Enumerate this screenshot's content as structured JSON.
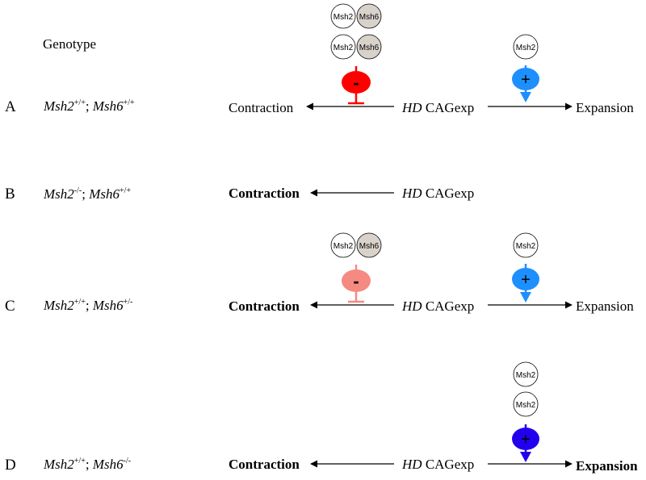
{
  "header": {
    "genotype_title": "Genotype"
  },
  "rows": [
    {
      "letter": "A",
      "msh2": "Msh2",
      "msh2_sup": "+/+",
      "sep": "; ",
      "msh6": "Msh6",
      "msh6_sup": "+/+",
      "left": "Contraction",
      "center_it": "HD",
      "center": " CAGexp",
      "right": "Expansion"
    },
    {
      "letter": "B",
      "msh2": "Msh2",
      "msh2_sup": "-/-",
      "sep": "; ",
      "msh6": "Msh6",
      "msh6_sup": "+/+",
      "left": "Contraction",
      "center_it": "HD",
      "center": " CAGexp"
    },
    {
      "letter": "C",
      "msh2": "Msh2",
      "msh2_sup": "+/+",
      "sep": "; ",
      "msh6": "Msh6",
      "msh6_sup": "+/-",
      "left": "Contraction",
      "center_it": "HD",
      "center": " CAGexp",
      "right": "Expansion"
    },
    {
      "letter": "D",
      "msh2": "Msh2",
      "msh2_sup": "+/+",
      "sep": "; ",
      "msh6": "Msh6",
      "msh6_sup": "-/-",
      "left": "Contraction",
      "center_it": "HD",
      "center": " CAGexp",
      "right": "Expansion"
    }
  ],
  "proteins": {
    "msh2": "Msh2",
    "msh6": "Msh6"
  },
  "symbols": {
    "minus": "-",
    "plus": "+"
  },
  "colors": {
    "inhibit_strong": "#ff0000",
    "inhibit_weak": "#f48a82",
    "promote": "#1e8fff",
    "promote_strong": "#2200ee",
    "msh6_fill": "#d9d2cb",
    "msh2_fill": "#ffffff"
  }
}
